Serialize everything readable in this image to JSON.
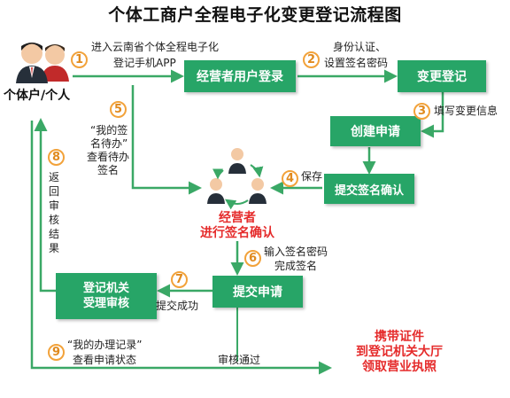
{
  "title": "个体工商户全程电子化变更登记流程图",
  "actor": "个体户/个人",
  "boxes": {
    "login": "经营者用户登录",
    "change": "变更登记",
    "create": "创建申请",
    "submit_sign": "提交签名确认",
    "submit_app": "提交申请",
    "review": [
      "登记机关",
      "受理审核"
    ]
  },
  "steps": {
    "s1": {
      "num": "1",
      "text": [
        "进入云南省个体全程电子化",
        "登记手机APP"
      ]
    },
    "s2": {
      "num": "2",
      "text": [
        "身份认证、",
        "设置签名密码"
      ]
    },
    "s3": {
      "num": "3",
      "text": [
        "填写变更信息"
      ]
    },
    "s4": {
      "num": "4",
      "text": [
        "保存"
      ]
    },
    "s5": {
      "num": "5",
      "text": [
        "“我的签",
        "名待办”",
        "查看待办",
        "签名"
      ]
    },
    "s6": {
      "num": "6",
      "text": [
        "输入签名密码",
        "完成签名"
      ]
    },
    "s7": {
      "num": "7",
      "text": [
        "提交成功"
      ]
    },
    "s8": {
      "num": "8",
      "text": "返回审核结果"
    },
    "s9": {
      "num": "9",
      "text": [
        "“我的办理记录”",
        "查看申请状态"
      ]
    }
  },
  "sign_center": [
    "经营者",
    "进行签名确认"
  ],
  "approved": "审核通过",
  "final": [
    "携带证件",
    "到登记机关大厅",
    "领取营业执照"
  ],
  "colors": {
    "box": "#27a567",
    "arrow": "#3aa866",
    "step": "#f2a23a",
    "highlight": "#e52b2b"
  }
}
